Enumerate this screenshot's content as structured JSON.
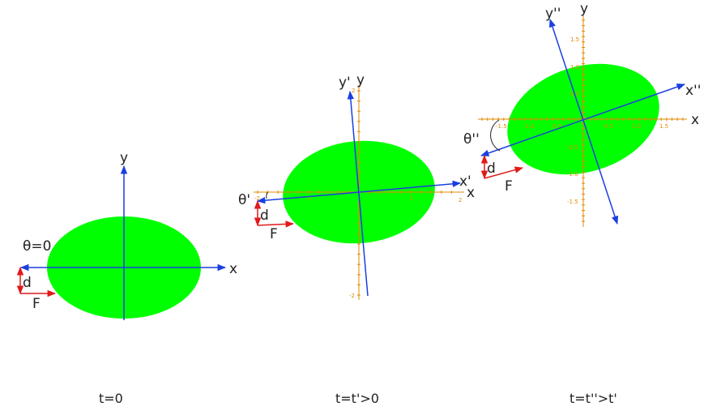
{
  "colors": {
    "ellipse": "#00ff00",
    "axis": "#1a3fe0",
    "force": "#e01a1a",
    "ruler": "#e08a00",
    "text": "#222222"
  },
  "panels": [
    {
      "caption": "t=0",
      "x_label": "x",
      "y_label": "y",
      "rot_x_label": "",
      "rot_y_label": "",
      "angle_label": "θ=0",
      "d_label": "d",
      "f_label": "F",
      "rotation_deg": 0
    },
    {
      "caption": "t=t'>0",
      "x_label": "x",
      "y_label": "y",
      "rot_x_label": "x'",
      "rot_y_label": "y'",
      "angle_label": "θ'",
      "d_label": "d",
      "f_label": "F",
      "rotation_deg": 5,
      "x_ticks": [
        "-2",
        "-1",
        "1",
        "2"
      ],
      "y_ticks": [
        "2",
        "-2"
      ]
    },
    {
      "caption": "t=t''>t'",
      "x_label": "x",
      "y_label": "y",
      "rot_x_label": "x''",
      "rot_y_label": "y''",
      "angle_label": "θ''",
      "d_label": "d",
      "f_label": "F",
      "rotation_deg": 17,
      "x_ticks": [
        "-1.5",
        "-1.0",
        "-0.5",
        "0.5",
        "1.0",
        "1.5"
      ],
      "y_ticks": [
        "1.5",
        "1.0",
        "0.5",
        "-0.5",
        "-1.0",
        "-1.5"
      ]
    }
  ]
}
